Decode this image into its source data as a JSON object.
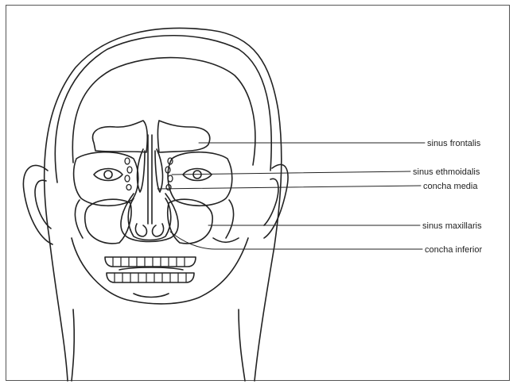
{
  "labels": {
    "sinus_frontalis": "sinus frontalis",
    "sinus_ethmoidalis": "sinus ethmoidalis",
    "concha_media": "concha media",
    "sinus_maxillaris": "sinus maxillaris",
    "concha_inferior": "concha inferior"
  },
  "colors": {
    "line": "#222222",
    "background": "#ffffff",
    "frame": "#555555"
  }
}
